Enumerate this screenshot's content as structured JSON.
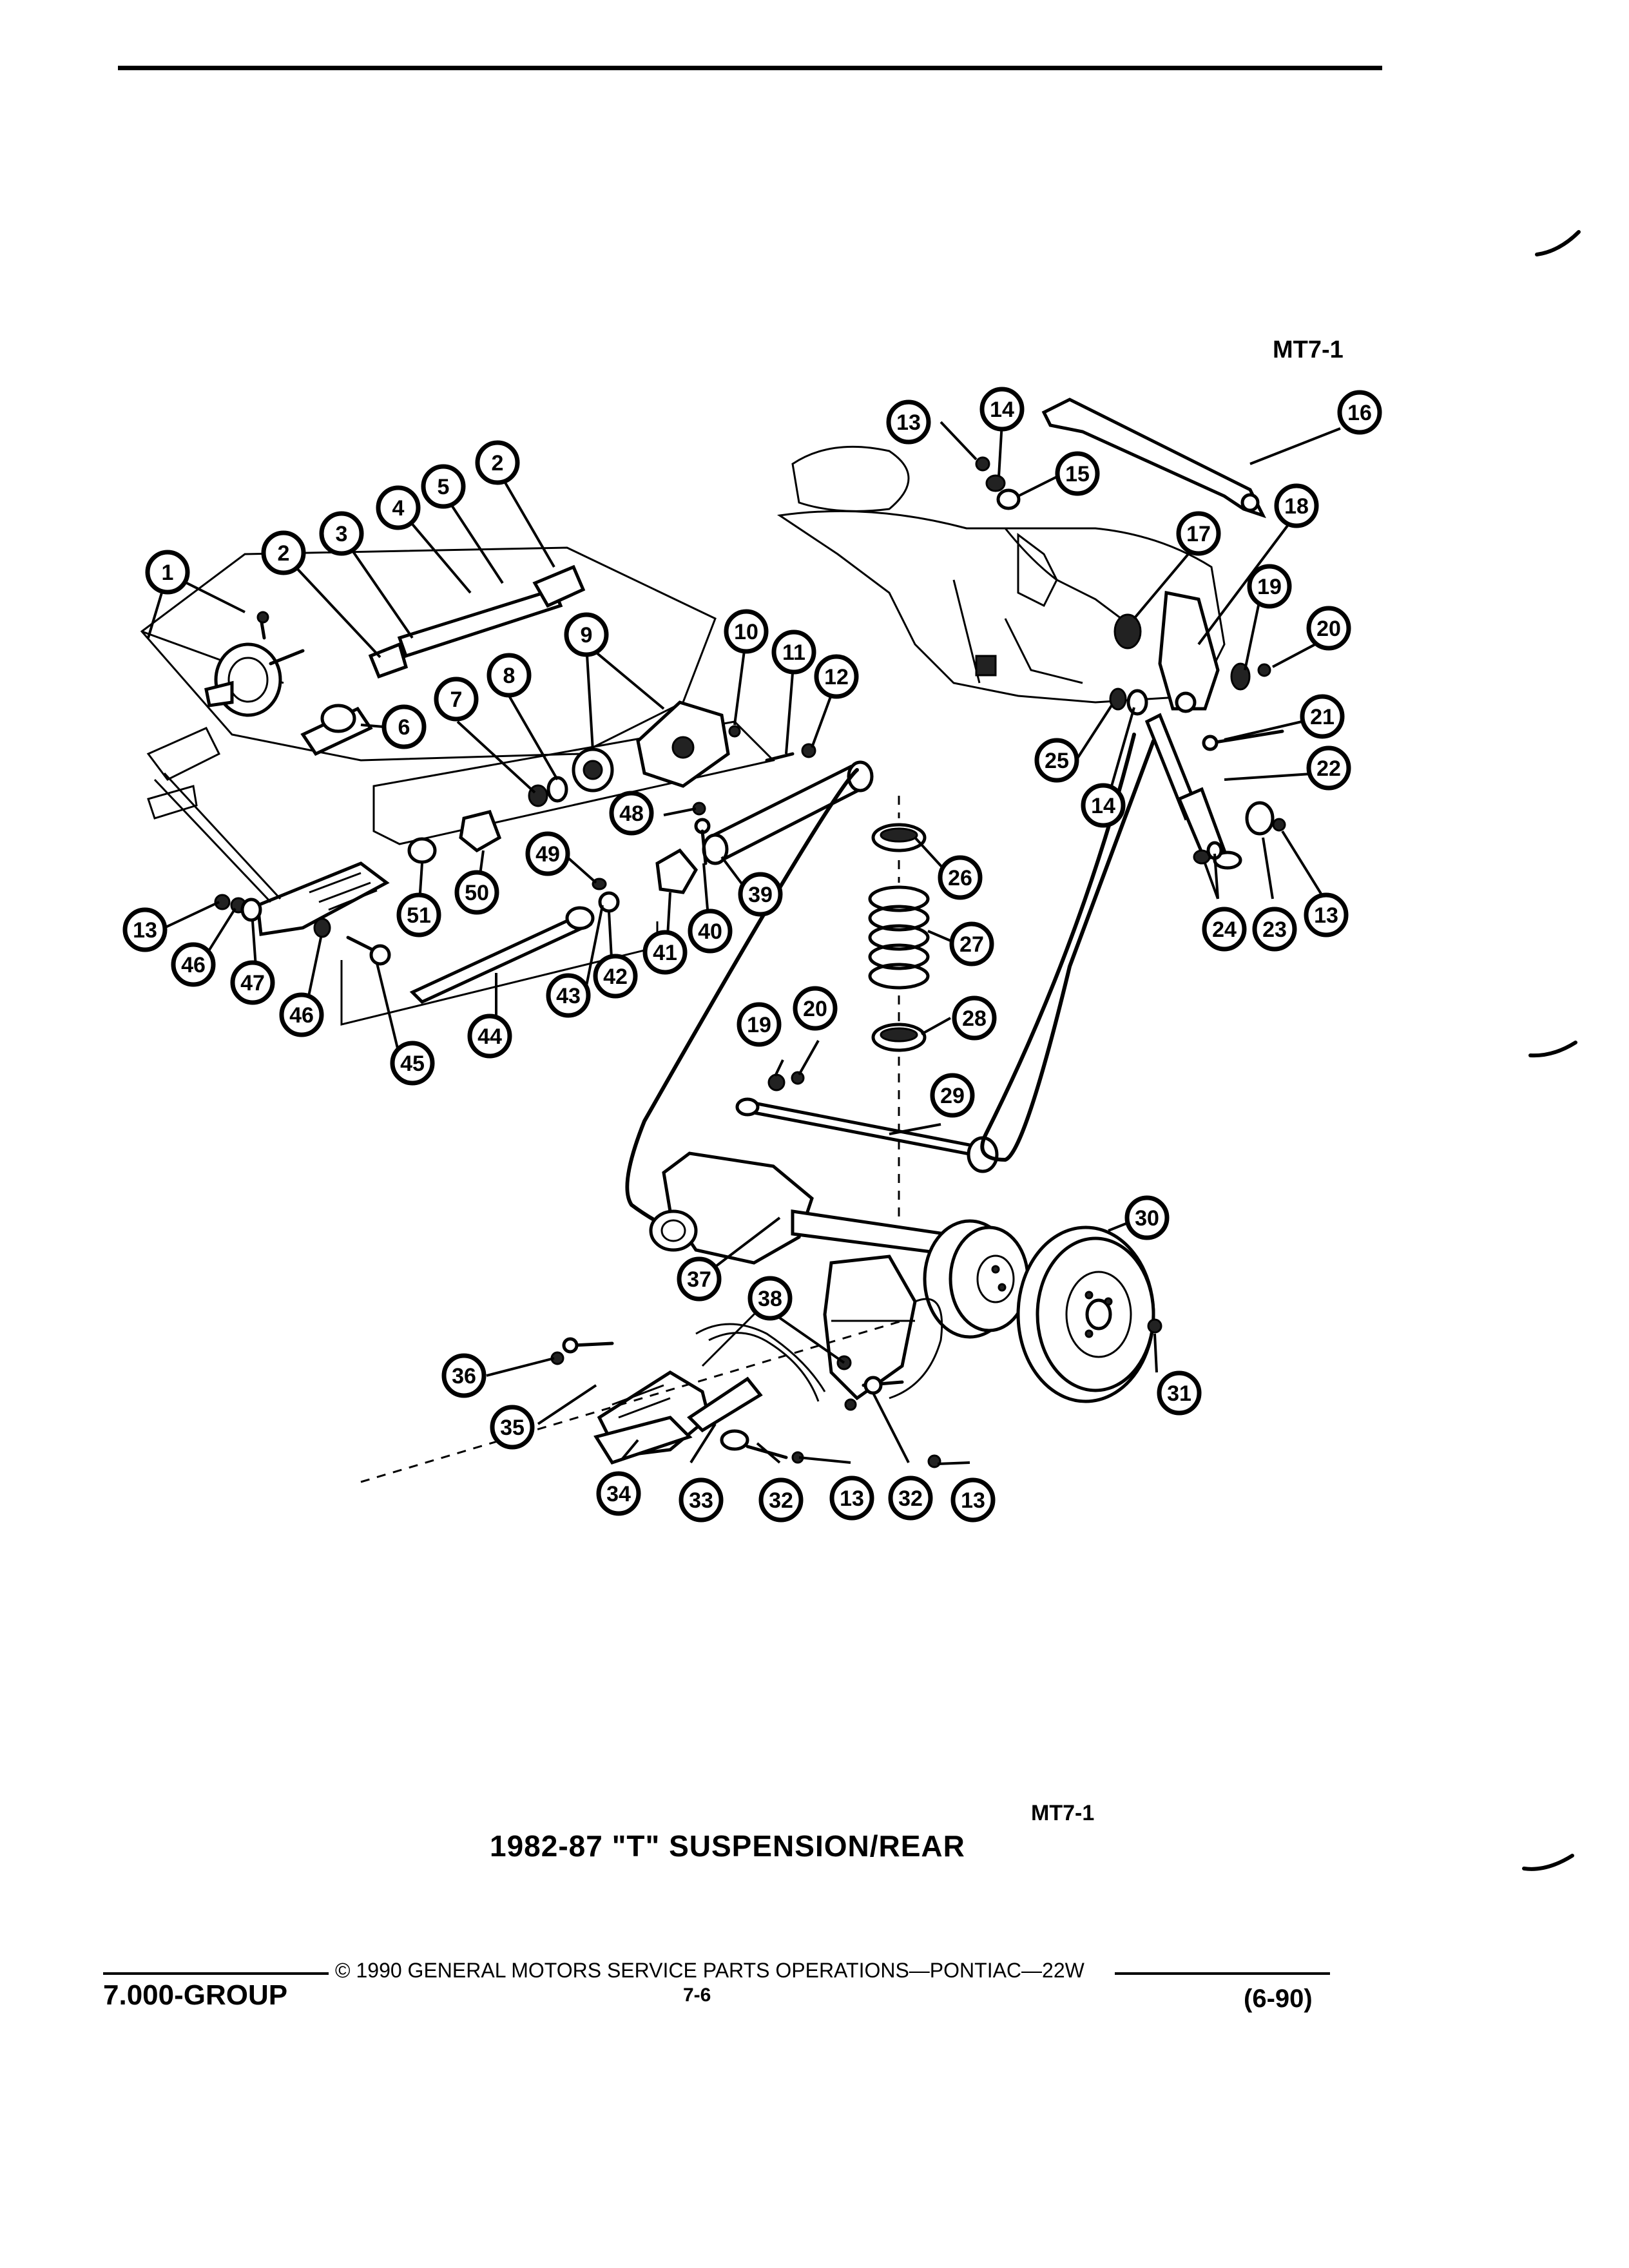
{
  "header": {
    "figure_code": "MT7-1"
  },
  "figure": {
    "code": "MT7-1",
    "title": "1982-87 \"T\" SUSPENSION/REAR"
  },
  "footer": {
    "copyright": "© 1990 GENERAL MOTORS SERVICE PARTS OPERATIONS—PONTIAC—22W",
    "group": "7.000-GROUP",
    "page": "7-6",
    "date": "(6-90)"
  },
  "callouts": [
    "1",
    "2",
    "3",
    "4",
    "5",
    "2",
    "6",
    "7",
    "8",
    "9",
    "10",
    "11",
    "12",
    "13",
    "14",
    "15",
    "16",
    "17",
    "18",
    "19",
    "20",
    "21",
    "22",
    "25",
    "14",
    "24",
    "23",
    "13",
    "48",
    "49",
    "50",
    "51",
    "39",
    "40",
    "41",
    "42",
    "43",
    "44",
    "45",
    "13",
    "46",
    "47",
    "46",
    "26",
    "27",
    "28",
    "19",
    "20",
    "29",
    "30",
    "31",
    "36",
    "35",
    "34",
    "33",
    "32",
    "13",
    "32",
    "13",
    "37",
    "38"
  ]
}
